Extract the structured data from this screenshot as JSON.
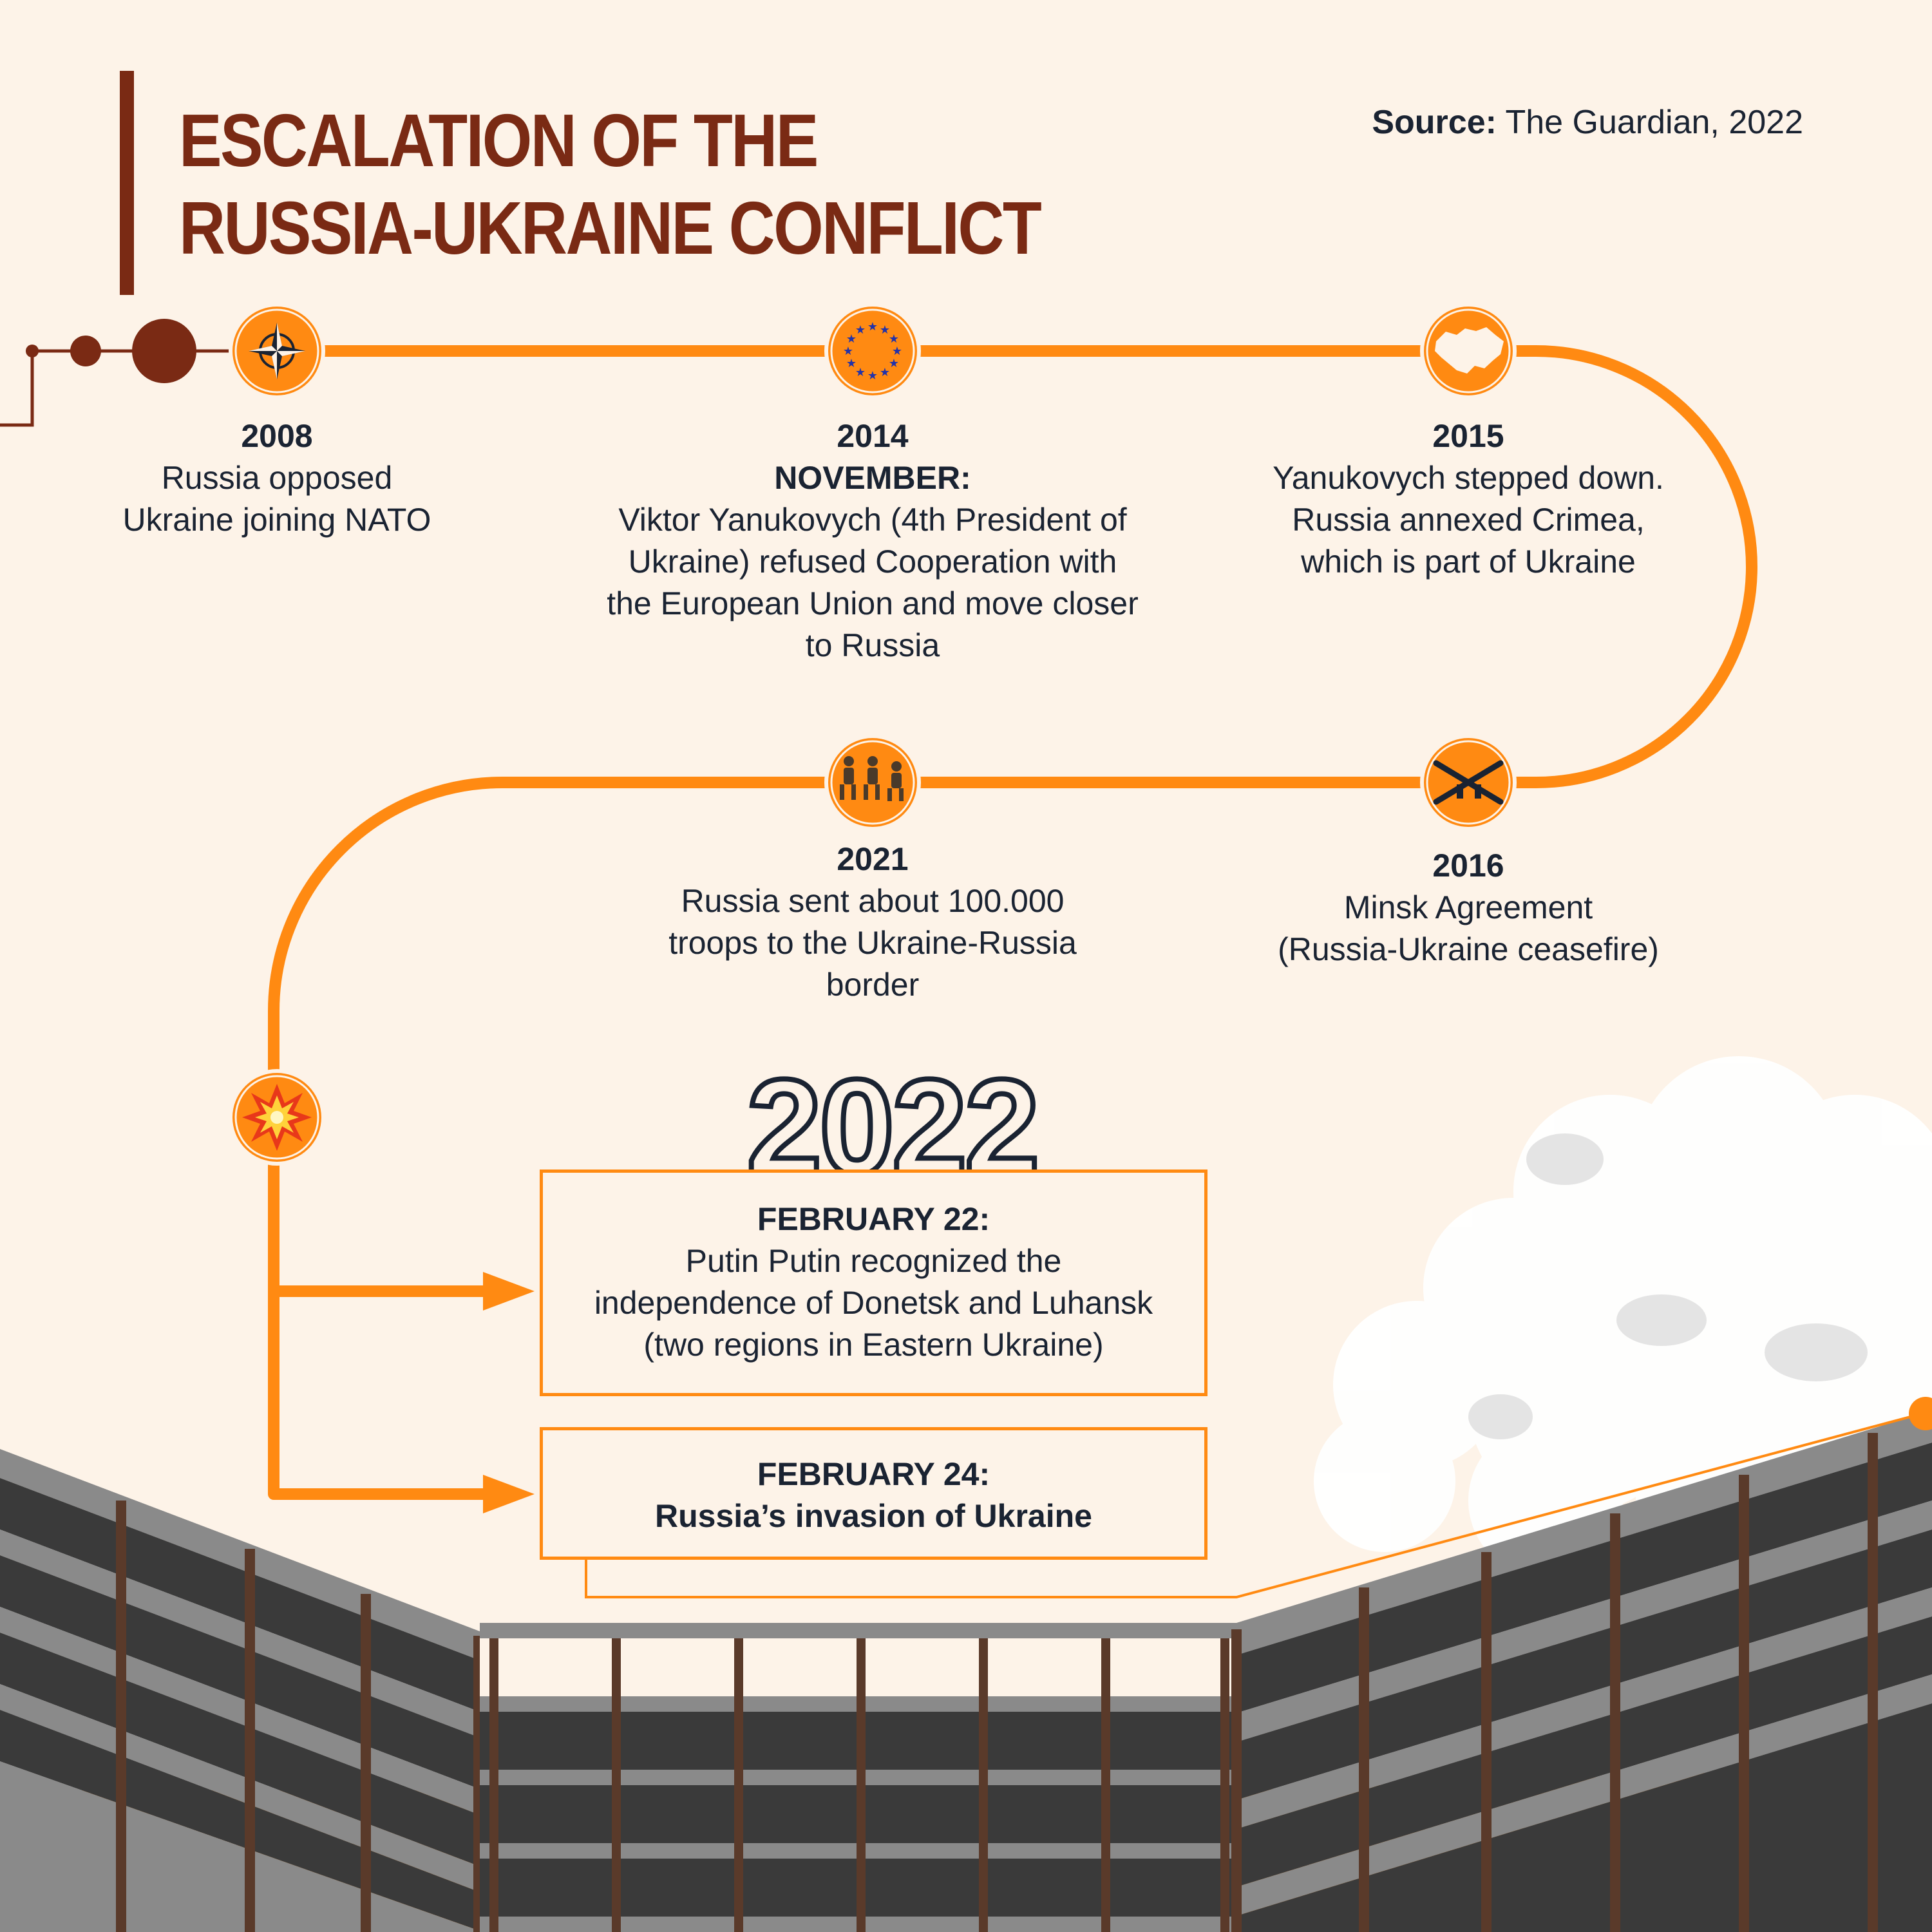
{
  "title_line1": "ESCALATION OF THE",
  "title_line2": "RUSSIA-UKRAINE CONFLICT",
  "source_label": "Source:",
  "source_value": "The Guardian, 2022",
  "colors": {
    "accent": "#ff8a12",
    "brown": "#7a2a14",
    "text": "#1a2332",
    "background": "#fdf3e8",
    "building": "#3a3a3a"
  },
  "events": [
    {
      "year": "2008",
      "month": "",
      "text_lines": [
        "Russia opposed",
        "Ukraine joining NATO"
      ],
      "icon": "nato-compass-icon"
    },
    {
      "year": "2014",
      "month": "NOVEMBER:",
      "text_lines": [
        "Viktor Yanukovych (4th President of",
        "Ukraine) refused Cooperation with",
        "the European Union and move closer",
        "to Russia"
      ],
      "icon": "eu-stars-icon"
    },
    {
      "year": "2015",
      "month": "",
      "text_lines": [
        "Yanukovych stepped down.",
        "Russia annexed Crimea,",
        "which is part of Ukraine"
      ],
      "icon": "ukraine-map-icon"
    },
    {
      "year": "2016",
      "month": "",
      "text_lines": [
        "Minsk Agreement",
        "(Russia-Ukraine ceasefire)"
      ],
      "icon": "crossed-rifles-icon"
    },
    {
      "year": "2021",
      "month": "",
      "text_lines": [
        "Russia sent about 100.000",
        "troops to the Ukraine-Russia",
        "border"
      ],
      "icon": "soldiers-icon"
    }
  ],
  "year_2022": "2022",
  "boxes": [
    {
      "heading": "FEBRUARY 22:",
      "lines": [
        "Putin Putin recognized the",
        "independence of Donetsk and Luhansk",
        "(two regions in Eastern Ukraine)"
      ],
      "strong": false
    },
    {
      "heading": "FEBRUARY 24:",
      "lines": [
        "Russia’s invasion of Ukraine"
      ],
      "strong": true
    }
  ],
  "explosion_icon": "explosion-icon"
}
